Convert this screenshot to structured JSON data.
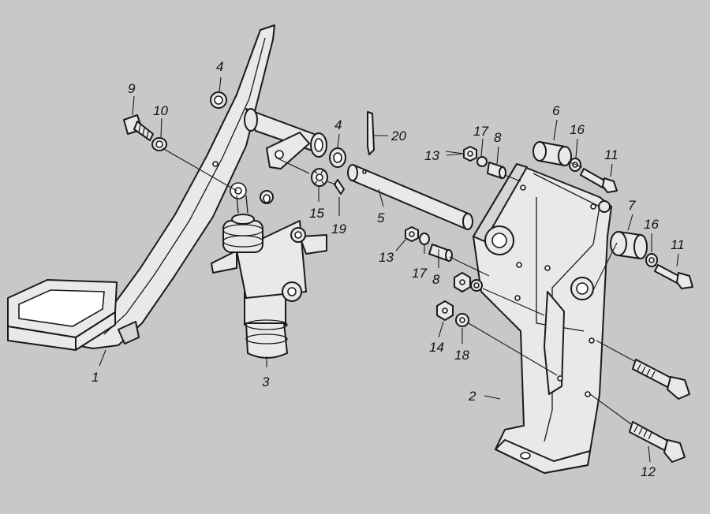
{
  "callouts": [
    {
      "id": "1",
      "text": "1"
    },
    {
      "id": "2",
      "text": "2"
    },
    {
      "id": "3",
      "text": "3"
    },
    {
      "id": "4a",
      "text": "4"
    },
    {
      "id": "4b",
      "text": "4"
    },
    {
      "id": "5",
      "text": "5"
    },
    {
      "id": "6",
      "text": "6"
    },
    {
      "id": "7",
      "text": "7"
    },
    {
      "id": "8a",
      "text": "8"
    },
    {
      "id": "8b",
      "text": "8"
    },
    {
      "id": "9",
      "text": "9"
    },
    {
      "id": "10",
      "text": "10"
    },
    {
      "id": "11a",
      "text": "11"
    },
    {
      "id": "11b",
      "text": "11"
    },
    {
      "id": "12",
      "text": "12"
    },
    {
      "id": "13a",
      "text": "13"
    },
    {
      "id": "13b",
      "text": "13"
    },
    {
      "id": "14",
      "text": "14"
    },
    {
      "id": "15",
      "text": "15"
    },
    {
      "id": "16a",
      "text": "16"
    },
    {
      "id": "16b",
      "text": "16"
    },
    {
      "id": "17a",
      "text": "17"
    },
    {
      "id": "17b",
      "text": "17"
    },
    {
      "id": "18",
      "text": "18"
    },
    {
      "id": "19",
      "text": "19"
    },
    {
      "id": "20",
      "text": "20"
    }
  ]
}
